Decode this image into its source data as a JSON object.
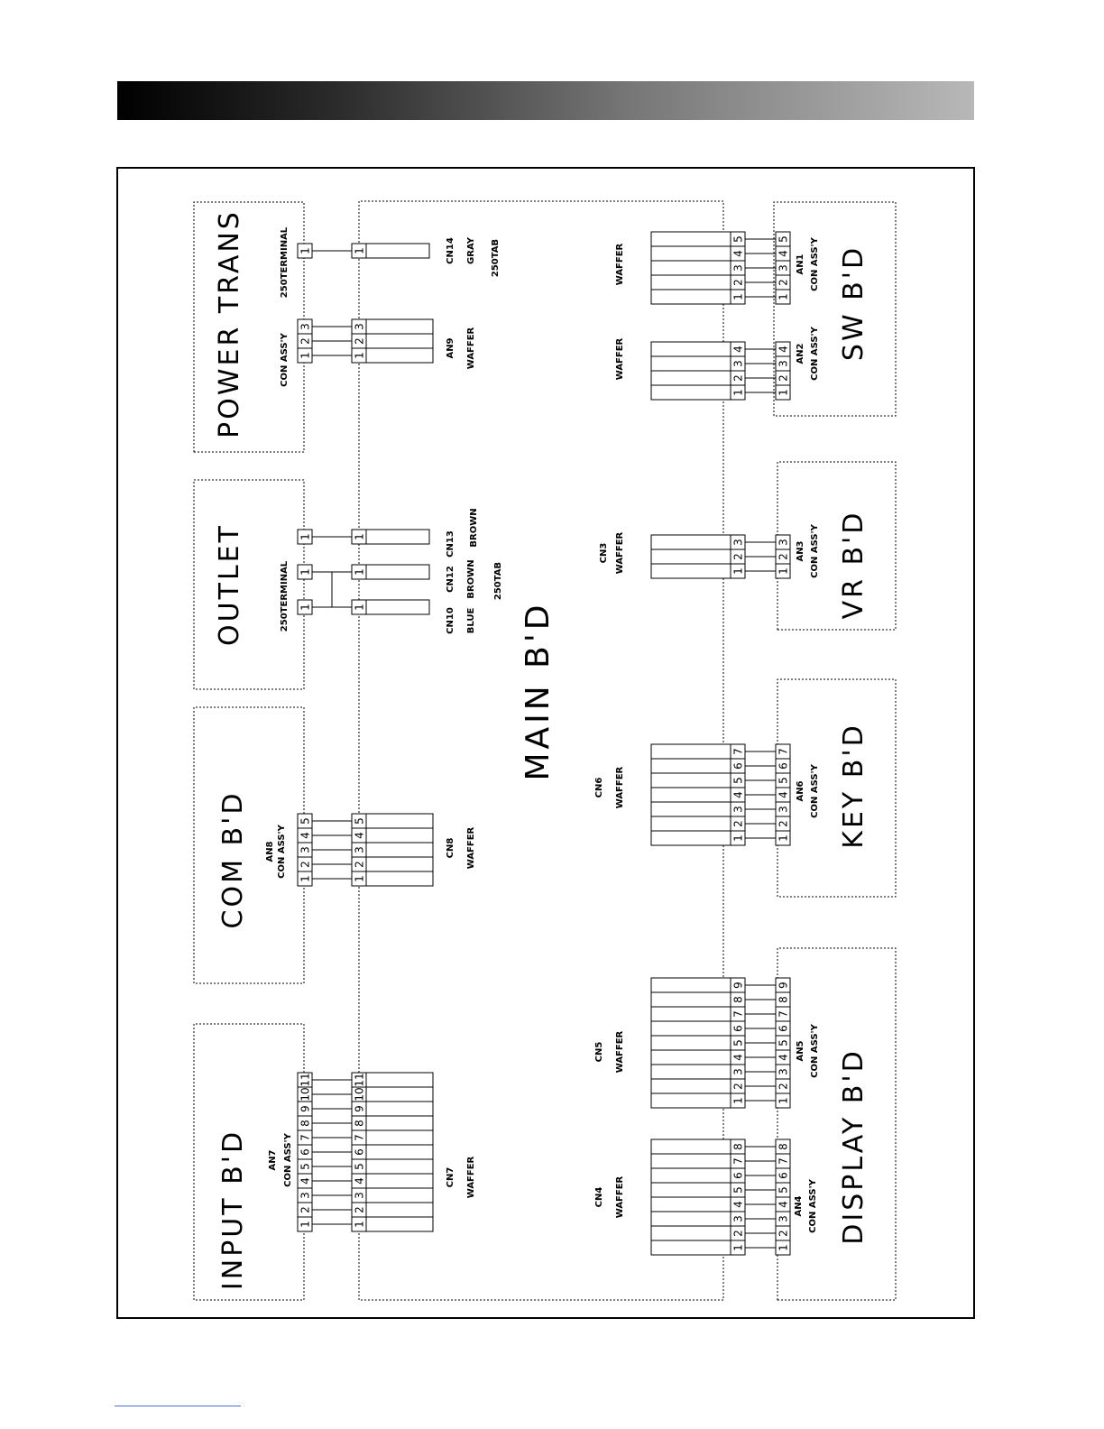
{
  "diagram": {
    "main": {
      "label": "MAIN B'D"
    },
    "boards": [
      {
        "id": "input",
        "label": "INPUT B'D"
      },
      {
        "id": "com",
        "label": "COM B'D"
      },
      {
        "id": "outlet",
        "label": "OUTLET"
      },
      {
        "id": "power",
        "label": "POWER TRANS"
      },
      {
        "id": "display",
        "label": "DISPLAY B'D"
      },
      {
        "id": "key",
        "label": "KEY B'D"
      },
      {
        "id": "vr",
        "label": "VR B'D"
      },
      {
        "id": "sw",
        "label": "SW B'D"
      }
    ],
    "labels": {
      "an7": "AN7",
      "an7_type": "CON ASS'Y",
      "cn7": "CN7",
      "cn7_type": "WAFFER",
      "an8": "AN8",
      "an8_type": "CON ASS'Y",
      "cn8": "CN8",
      "cn8_type": "WAFFER",
      "outlet_terminal": "250TERMINAL",
      "cn10": "CN10",
      "cn10_color": "BLUE",
      "cn12": "CN12",
      "cn12_color": "BROWN",
      "cn13": "CN13",
      "cn13_color": "BROWN",
      "outlet_tab": "250TAB",
      "power_con": "CON ASS'Y",
      "power_terminal": "250TERMINAL",
      "an9": "AN9",
      "an9_type": "WAFFER",
      "cn14": "CN14",
      "cn14_color": "GRAY",
      "cn14_tab": "250TAB",
      "cn4": "CN4",
      "cn4_type": "WAFFER",
      "an4": "AN4",
      "an4_type": "CON ASS'Y",
      "cn5": "CN5",
      "cn5_type": "WAFFER",
      "an5": "AN5",
      "an5_type": "CON ASS'Y",
      "cn6": "CN6",
      "cn6_type": "WAFFER",
      "an6": "AN6",
      "an6_type": "CON ASS'Y",
      "cn3": "CN3",
      "cn3_type": "WAFFER",
      "an3": "AN3",
      "an3_type": "CON ASS'Y",
      "sw_waffer_a": "WAFFER",
      "an2": "AN2",
      "an2_type": "CON ASS'Y",
      "sw_waffer_b": "WAFFER",
      "an1": "AN1",
      "an1_type": "CON ASS'Y"
    },
    "pins": {
      "cn7": 11,
      "cn8": 5,
      "cn10": 1,
      "cn12": 1,
      "cn13": 1,
      "an9": 3,
      "cn14": 1,
      "cn4": 8,
      "cn5": 9,
      "cn6": 7,
      "cn3": 3,
      "sw_a": 4,
      "sw_b": 5
    }
  }
}
